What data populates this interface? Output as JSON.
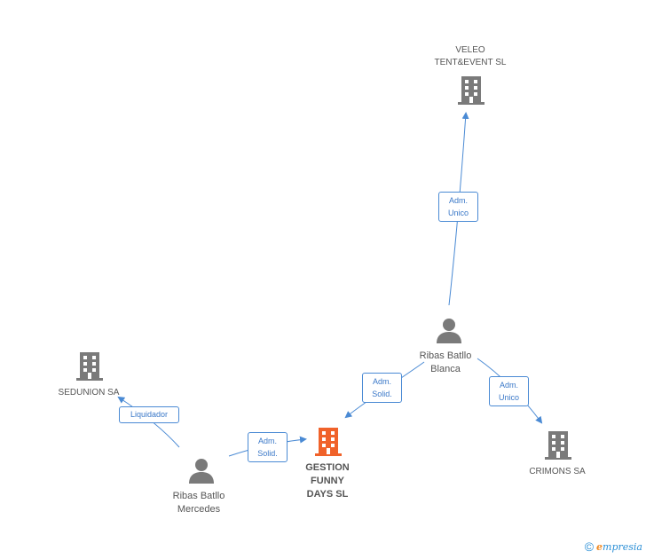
{
  "nodes": {
    "veleo": {
      "label_lines": [
        "VELEO",
        "TENT&EVENT  SL"
      ],
      "type": "company"
    },
    "ribas_blanca": {
      "label_lines": [
        "Ribas Batllo",
        "Blanca"
      ],
      "type": "person"
    },
    "sedunion": {
      "label_lines": [
        "SEDUNION SA"
      ],
      "type": "company"
    },
    "gestion": {
      "label_lines": [
        "GESTION",
        "FUNNY",
        "DAYS SL"
      ],
      "type": "company-focus"
    },
    "crimons": {
      "label_lines": [
        "CRIMONS SA"
      ],
      "type": "company"
    },
    "ribas_mercedes": {
      "label_lines": [
        "Ribas Batllo",
        "Mercedes"
      ],
      "type": "person"
    }
  },
  "edges": {
    "blanca_veleo": {
      "label_lines": [
        "Adm.",
        "Unico"
      ]
    },
    "blanca_gestion": {
      "label_lines": [
        "Adm.",
        "Solid."
      ]
    },
    "blanca_crimons": {
      "label_lines": [
        "Adm.",
        "Unico"
      ]
    },
    "mercedes_sedunion": {
      "label_lines": [
        "Liquidador"
      ]
    },
    "mercedes_gestion": {
      "label_lines": [
        "Adm.",
        "Solid."
      ]
    }
  },
  "colors": {
    "edge": "#4a8ad4",
    "company_icon": "#7a7a7a",
    "focus_icon": "#f0622a",
    "person_icon": "#7a7a7a"
  },
  "brand": {
    "copyright": "©",
    "name_em": "e",
    "name_rest": "mpresia"
  }
}
